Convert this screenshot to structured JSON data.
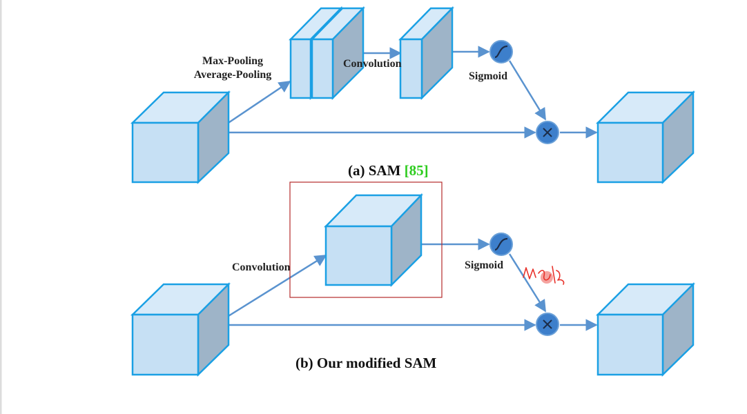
{
  "colors": {
    "cube_front": "#c6e0f4",
    "cube_top": "#d7eaf9",
    "cube_side": "#9eb4c8",
    "cube_edge": "#1aa0e4",
    "arrow": "#5a93cf",
    "node_fill": "#3d7fcb",
    "citation": "#2ecc1f",
    "highlight_box": "#b52a2a",
    "handwriting": "#e8322b"
  },
  "icons": {
    "sigmoid_node": "sigmoid-icon",
    "multiply_node": "multiply-icon"
  },
  "panel_a": {
    "pool_label_line1": "Max-Pooling",
    "pool_label_line2": "Average-Pooling",
    "conv_label": "Convolution",
    "sigmoid_label": "Sigmoid",
    "caption": "(a) SAM ",
    "citation": "[85]"
  },
  "panel_b": {
    "conv_label": "Convolution",
    "sigmoid_label": "Sigmoid",
    "caption": "(b) Our modified SAM"
  }
}
